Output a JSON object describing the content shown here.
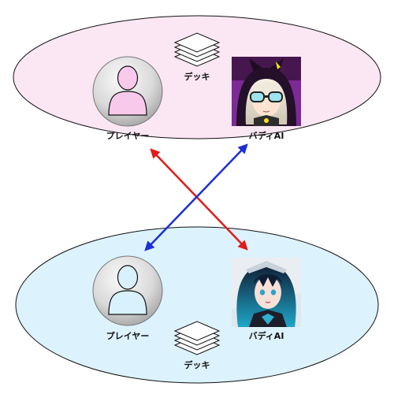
{
  "top_group": {
    "deck_label": "デッキ",
    "player_label": "プレイヤー",
    "buddy_label": "バディAI",
    "fill_color": "#fbe6f3"
  },
  "bottom_group": {
    "deck_label": "デッキ",
    "player_label": "プレイヤー",
    "buddy_label": "バディAI",
    "fill_color": "#dcf2fd"
  },
  "arrows": {
    "red_color": "#e11c1c",
    "blue_color": "#1c2fd6"
  },
  "icons": {
    "player_top": "person-silhouette-pink-icon",
    "player_bottom": "person-silhouette-blue-icon",
    "deck": "stacked-cards-icon",
    "buddy_top": "anime-girl-purple-hood-avatar",
    "buddy_bottom": "anime-girl-blue-hair-avatar"
  }
}
